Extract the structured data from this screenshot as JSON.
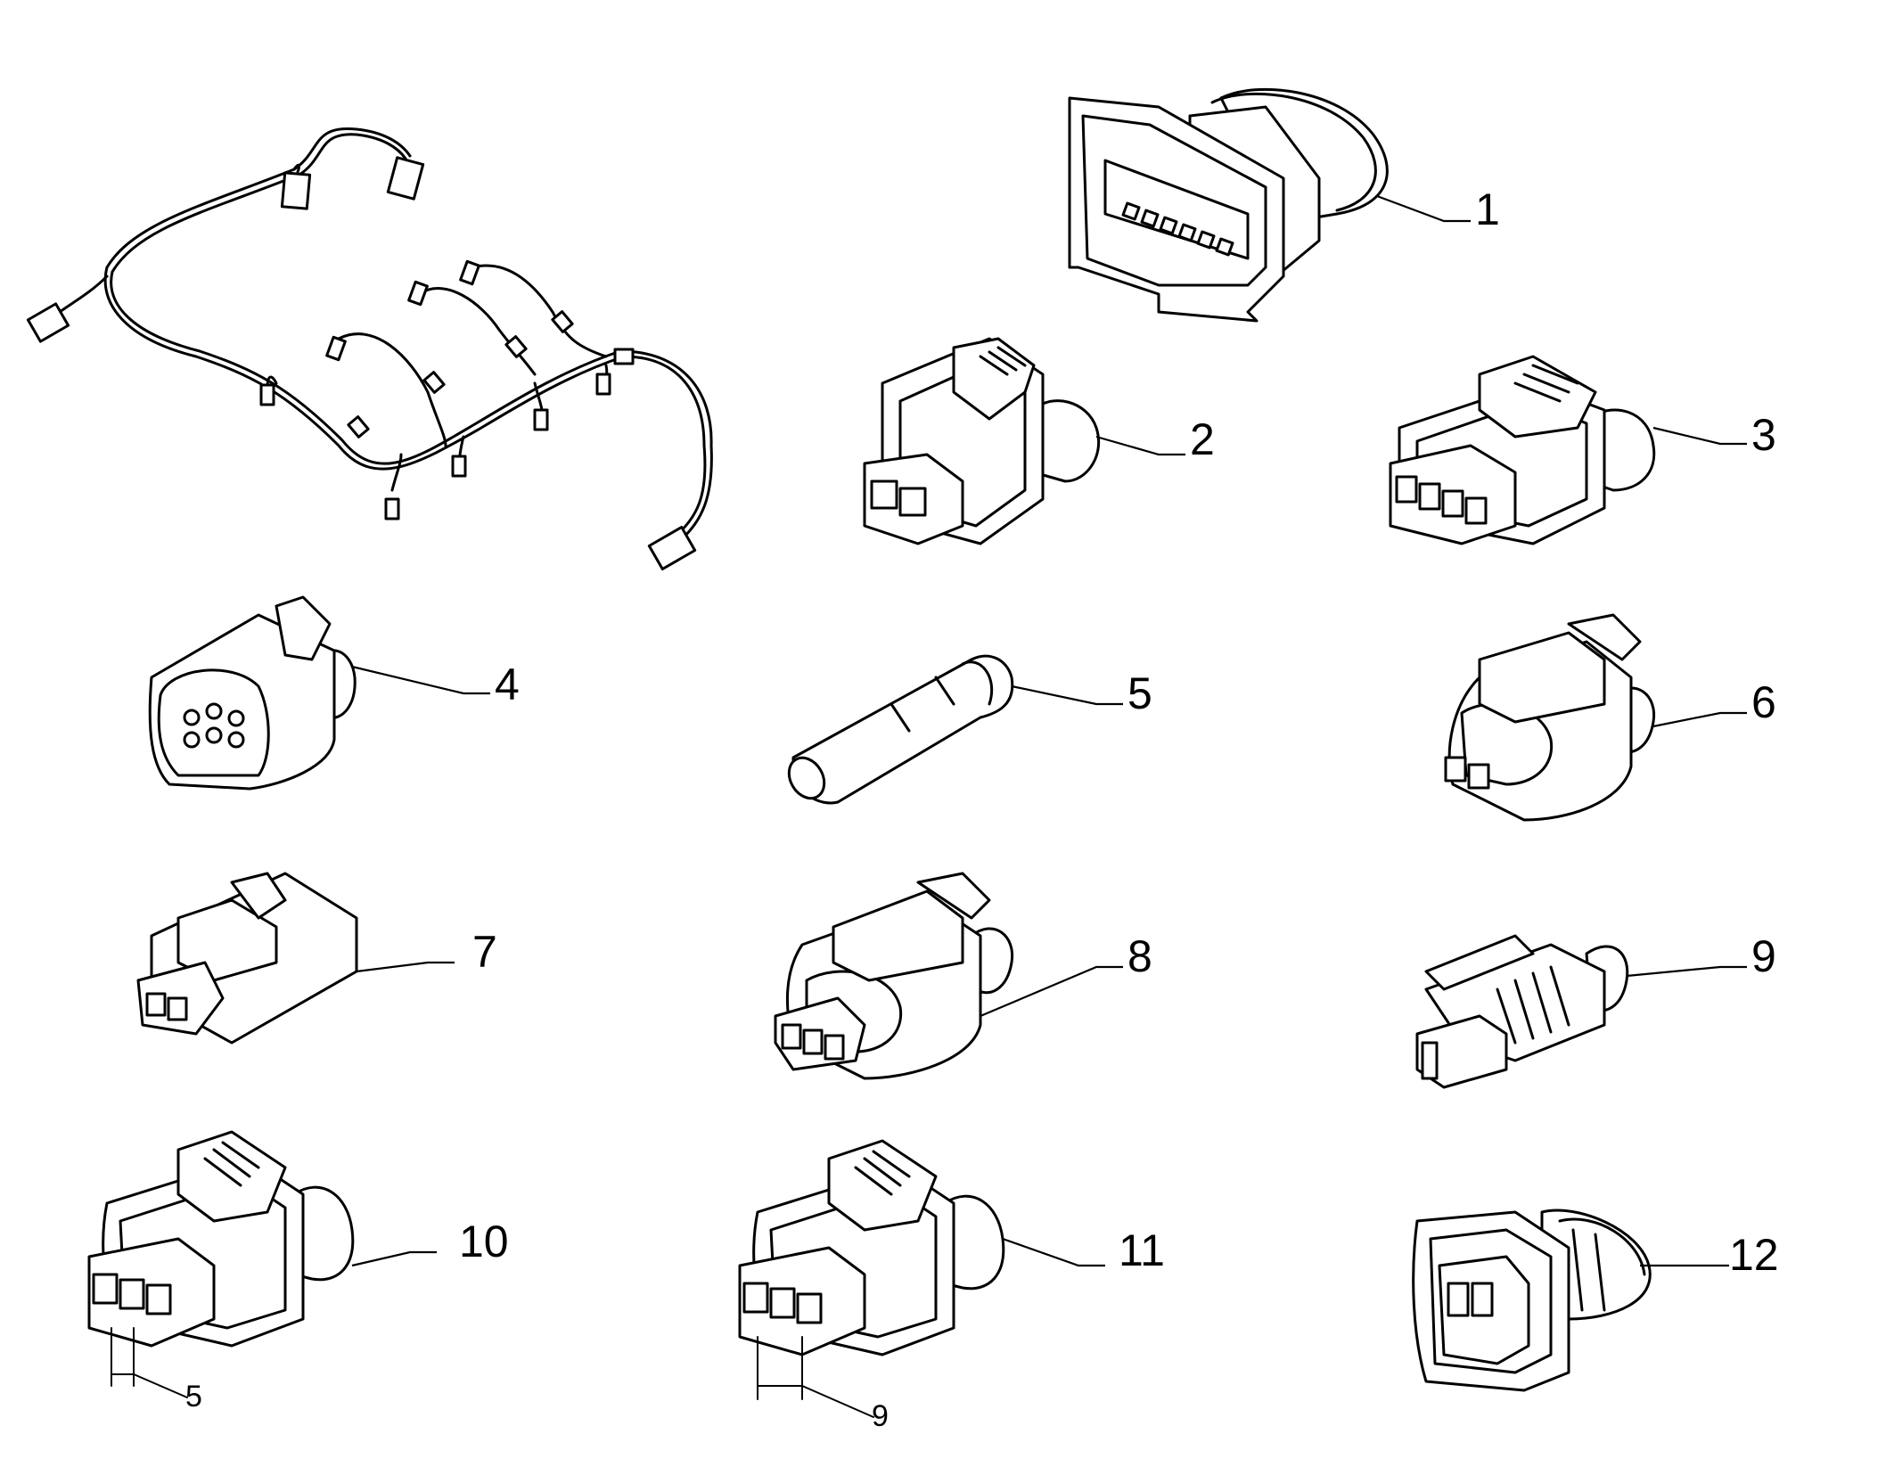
{
  "diagram": {
    "parts": [
      {
        "number": "1"
      },
      {
        "number": "2"
      },
      {
        "number": "3"
      },
      {
        "number": "4"
      },
      {
        "number": "5"
      },
      {
        "number": "6"
      },
      {
        "number": "7"
      },
      {
        "number": "8"
      },
      {
        "number": "9"
      },
      {
        "number": "10"
      },
      {
        "number": "11"
      },
      {
        "number": "12"
      }
    ],
    "dimensions": [
      {
        "value": "5"
      },
      {
        "value": "9"
      }
    ]
  }
}
